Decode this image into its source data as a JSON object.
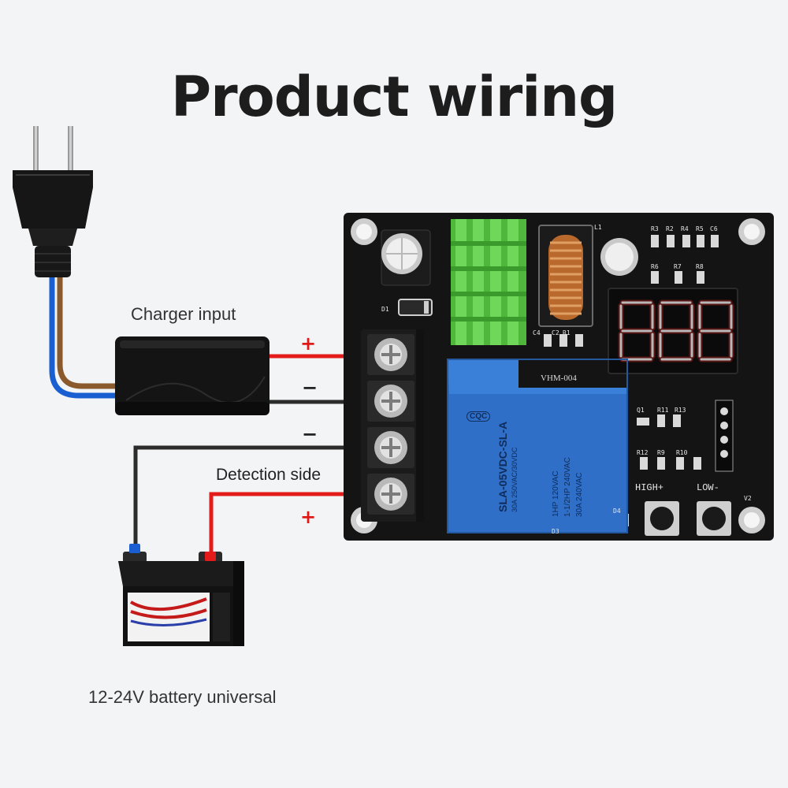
{
  "title": "Product wiring",
  "labels": {
    "charger_input": "Charger input",
    "detection_side": "Detection side",
    "battery": "12-24V battery universal"
  },
  "polarity": {
    "charger_pos": "+",
    "charger_neg": "−",
    "battery_neg": "−",
    "battery_pos": "+"
  },
  "board": {
    "model": "VHM-004",
    "display": "888",
    "button_high": "HIGH+",
    "button_low": "LOW-",
    "relay_model": "SLA-05VDC-SL-A",
    "relay_rating_1": "30A 250VAC/30VDC",
    "relay_rating_2": "1HP 120VAC",
    "relay_rating_3": "1-1/2HP 240VAC",
    "relay_rating_4": "30A 240VAC",
    "relay_cert": "CQC",
    "component_labels": [
      "R3",
      "R2",
      "R4",
      "R5",
      "C6",
      "R6",
      "R7",
      "R8",
      "L1",
      "D1",
      "C4",
      "R1",
      "C2",
      "R12",
      "R9",
      "R10",
      "R11",
      "R13",
      "Q1",
      "D3",
      "D4",
      "V2"
    ]
  },
  "colors": {
    "positive_wire": "#e31b1b",
    "negative_wire": "#2b2b2b",
    "board": "#141414",
    "relay": "#2f6fc7",
    "heatsink": "#5fcc4a",
    "display_segments": "#e23a2a",
    "mains_wire_blue": "#1a5fd1",
    "mains_wire_brown": "#8a5a2c"
  }
}
